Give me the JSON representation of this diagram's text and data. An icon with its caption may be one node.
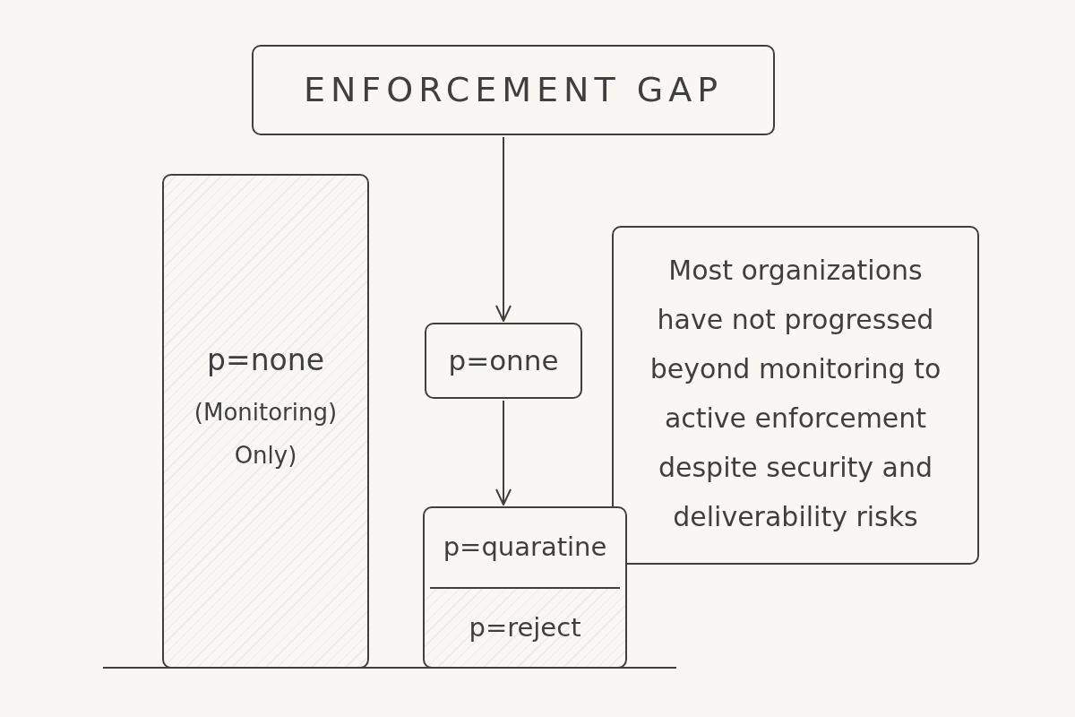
{
  "diagram": {
    "nodes": [
      {
        "text": [
          "ENFORCEMENT GAP"
        ]
      },
      {
        "text": [
          "p=none",
          "(Monitoring) Only)"
        ]
      },
      {
        "text": [
          "p=onne"
        ]
      },
      {
        "text": [
          "p=quaratine",
          "p=reject"
        ]
      },
      {
        "text": [
          "Most organizations have not progressed beyond monitoring to active enforcement despite security and deliverability risks"
        ]
      }
    ],
    "edges": [
      {
        "from": 0,
        "to": 2,
        "arrow": "to"
      },
      {
        "from": 2,
        "to": 3,
        "arrow": "to"
      }
    ]
  }
}
